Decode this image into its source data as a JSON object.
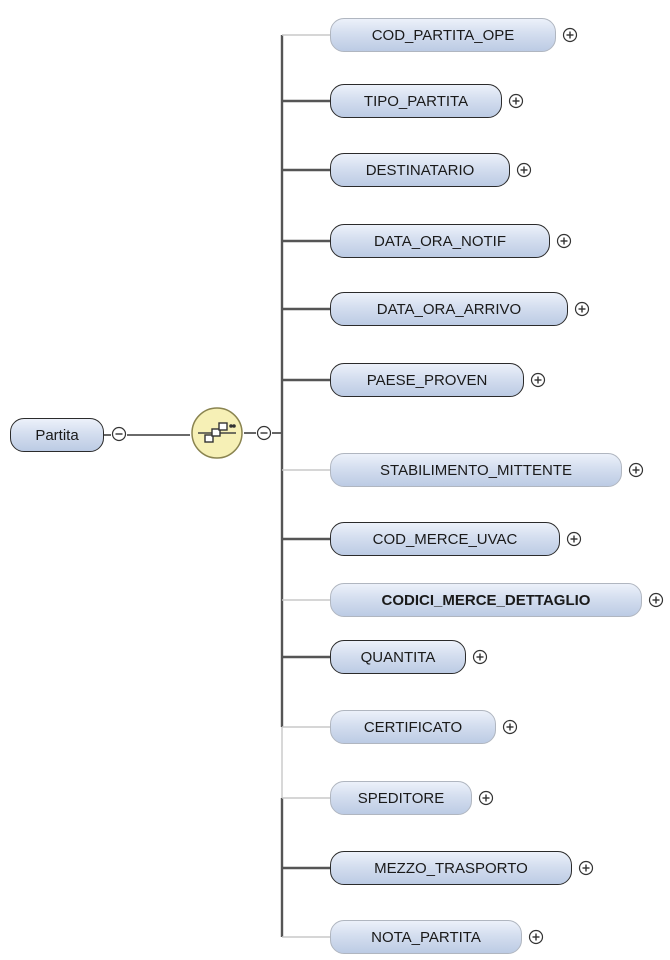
{
  "root": {
    "label": "Partita",
    "children": [
      {
        "label": "COD_PARTITA_OPE",
        "optional": true,
        "bold": false
      },
      {
        "label": "TIPO_PARTITA",
        "optional": false,
        "bold": false
      },
      {
        "label": "DESTINATARIO",
        "optional": false,
        "bold": false
      },
      {
        "label": "DATA_ORA_NOTIF",
        "optional": false,
        "bold": false
      },
      {
        "label": "DATA_ORA_ARRIVO",
        "optional": false,
        "bold": false
      },
      {
        "label": "PAESE_PROVEN",
        "optional": false,
        "bold": false
      },
      {
        "label": "STABILIMENTO_MITTENTE",
        "optional": true,
        "bold": false
      },
      {
        "label": "COD_MERCE_UVAC",
        "optional": false,
        "bold": false
      },
      {
        "label": "CODICI_MERCE_DETTAGLIO",
        "optional": true,
        "bold": true
      },
      {
        "label": "QUANTITA",
        "optional": false,
        "bold": false
      },
      {
        "label": "CERTIFICATO",
        "optional": true,
        "bold": false
      },
      {
        "label": "SPEDITORE",
        "optional": true,
        "bold": false
      },
      {
        "label": "MEZZO_TRASPORTO",
        "optional": false,
        "bold": false
      },
      {
        "label": "NOTA_PARTITA",
        "optional": true,
        "bold": false
      }
    ]
  },
  "icons": {
    "sequence": "sequence-compositor-icon",
    "expand": "expand-plus-icon",
    "collapse": "collapse-minus-icon"
  },
  "colors": {
    "node_fill_top": "#ecf1fa",
    "node_fill_bottom": "#bccbe4",
    "sequence_fill": "#f6f0b6",
    "mandatory_border": "#2b2b2b",
    "optional_border": "#b0b6c0"
  }
}
